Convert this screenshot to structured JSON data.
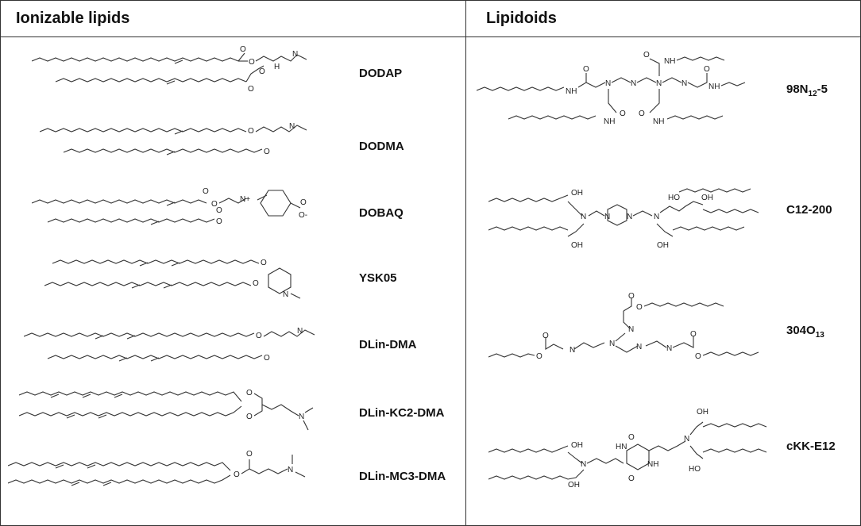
{
  "headers": {
    "left": "Ionizable lipids",
    "right": "Lipidoids"
  },
  "ionizable_lipids": [
    {
      "name": "DODAP"
    },
    {
      "name": "DODMA"
    },
    {
      "name": "DOBAQ"
    },
    {
      "name": "YSK05"
    },
    {
      "name": "DLin-DMA"
    },
    {
      "name": "DLin-KC2-DMA"
    },
    {
      "name": "DLin-MC3-DMA"
    }
  ],
  "lipidoids": [
    {
      "name_main": "98N",
      "name_sub": "12",
      "name_suffix": "-5"
    },
    {
      "name_main": "C12-200"
    },
    {
      "name_main": "304O",
      "name_sub": "13",
      "name_suffix": ""
    },
    {
      "name_main": "cKK-E12"
    }
  ],
  "atom_labels": {
    "O": "O",
    "N": "N",
    "H": "H",
    "OH": "OH",
    "HO": "HO",
    "NH": "NH",
    "HN": "HN",
    "N_plus": "N+",
    "O_minus": "O-"
  }
}
